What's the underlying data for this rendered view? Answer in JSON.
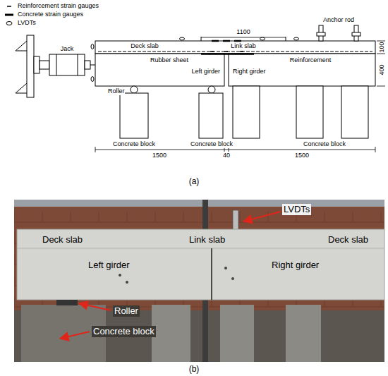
{
  "diagram": {
    "labels": [
      "1100",
      "Anchor rod",
      "Deck slab",
      "Link slab",
      "100",
      "Jack",
      "Rubber sheet",
      "Reinforcement",
      "400",
      "Left girder",
      "Right girder",
      "Roller",
      "Concrete block",
      "Concrete block",
      "Concrete block",
      "1500",
      "40",
      "1500",
      "(a)",
      "LVDTs",
      "Deck slab",
      "Link slab",
      "Deck slab",
      "Left girder",
      "Right girder",
      "Roller",
      "Concrete block",
      "(b)"
    ],
    "legend": [
      {
        "text": "Reinforcement strain gauges"
      },
      {
        "text": "Concrete strain gauges"
      },
      {
        "text": "LVDTs"
      }
    ]
  }
}
